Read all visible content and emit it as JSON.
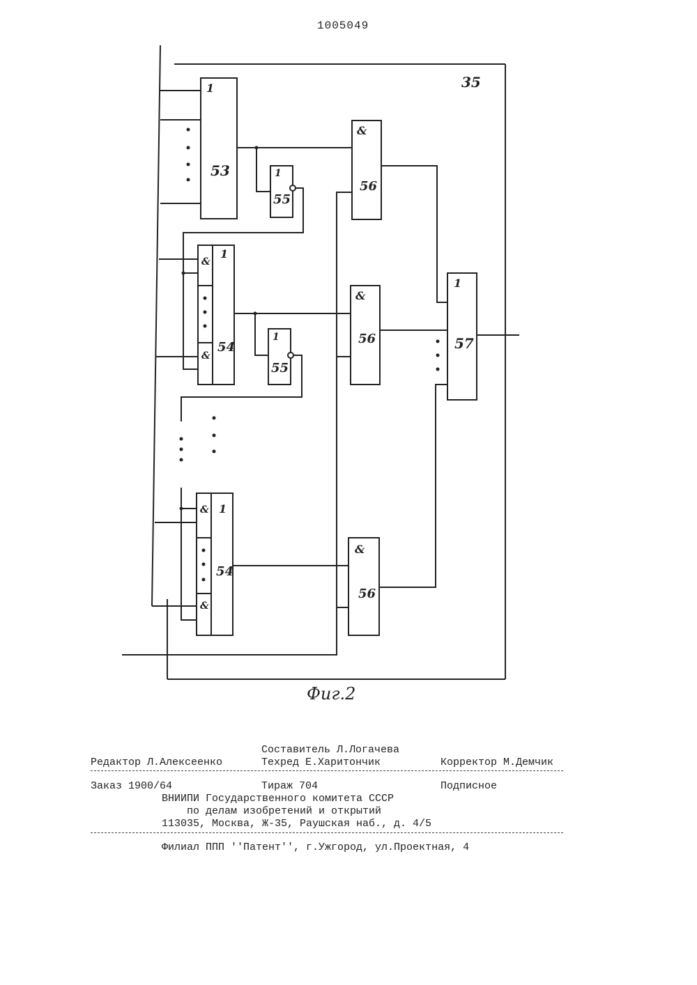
{
  "document": {
    "patent_number": "1005049",
    "figure_caption": "Фиг.2"
  },
  "diagram": {
    "labels": {
      "frame": "35",
      "or_top": "53",
      "inv_a": "55",
      "inv_b": "55",
      "and_or_a": "54",
      "and_or_b": "54",
      "and_a": "56",
      "and_b": "56",
      "and_c": "56",
      "or_out": "57",
      "sym_or": "1",
      "sym_and": "&"
    }
  },
  "footer": {
    "compiler": "Составитель Л.Логачева",
    "editor": "Редактор Л.Алексеенко",
    "techred": "Техред Е.Харитончик",
    "corrector": "Корректор М.Демчик",
    "order": "Заказ 1900/64",
    "circulation": "Тираж 704",
    "subscription": "Подписное",
    "org_line1": "ВНИИПИ Государственного комитета СССР",
    "org_line2": "по делам изобретений и открытий",
    "org_line3": "113035, Москва, Ж-35, Раушская наб., д. 4/5",
    "branch": "Филиал ППП ''Патент'', г.Ужгород, ул.Проектная, 4"
  }
}
